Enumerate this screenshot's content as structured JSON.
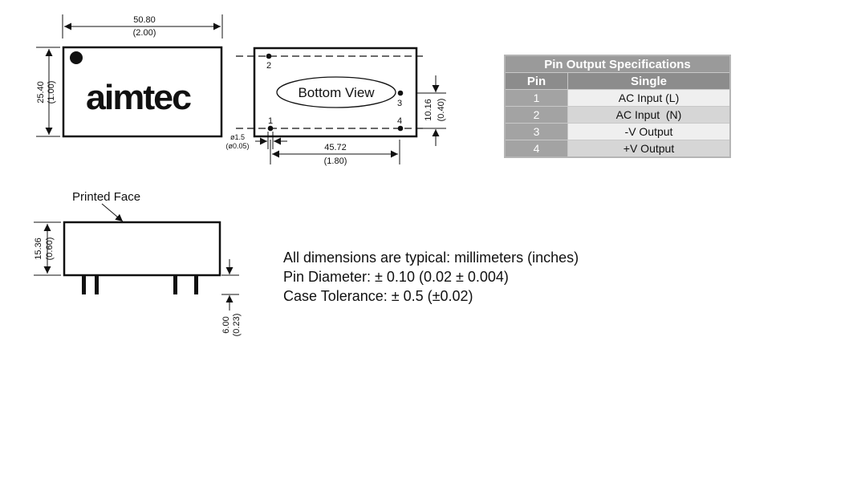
{
  "top_view": {
    "width_mm": "50.80",
    "width_in": "(2.00)",
    "height_mm": "25.40",
    "height_in": "(1.00)",
    "logo": "aimtec"
  },
  "bottom_view": {
    "label": "Bottom View",
    "pin_labels": [
      "1",
      "2",
      "3",
      "4"
    ],
    "pin_dia_mm": "ø1.5",
    "pin_dia_in": "(ø0.05)",
    "pin_spacing_mm": "45.72",
    "pin_spacing_in": "(1.80)",
    "row_spacing_mm": "10.16",
    "row_spacing_in": "(0.40)"
  },
  "side_view": {
    "face_label": "Printed Face",
    "height_mm": "15.36",
    "height_in": "(0.60)",
    "pin_len_mm": "6.00",
    "pin_len_in": "(0.23)"
  },
  "pin_table": {
    "title": "Pin Output Specifications",
    "col_pin": "Pin",
    "col_single": "Single",
    "rows": [
      {
        "pin": "1",
        "function": "AC Input (L)"
      },
      {
        "pin": "2",
        "function": "AC Input  (N)"
      },
      {
        "pin": "3",
        "function": "-V Output"
      },
      {
        "pin": "4",
        "function": "+V Output"
      }
    ]
  },
  "notes": [
    "All dimensions are typical: millimeters (inches)",
    "Pin Diameter: ± 0.10 (0.02 ± 0.004)",
    "Case Tolerance: ± 0.5 (±0.02)"
  ]
}
